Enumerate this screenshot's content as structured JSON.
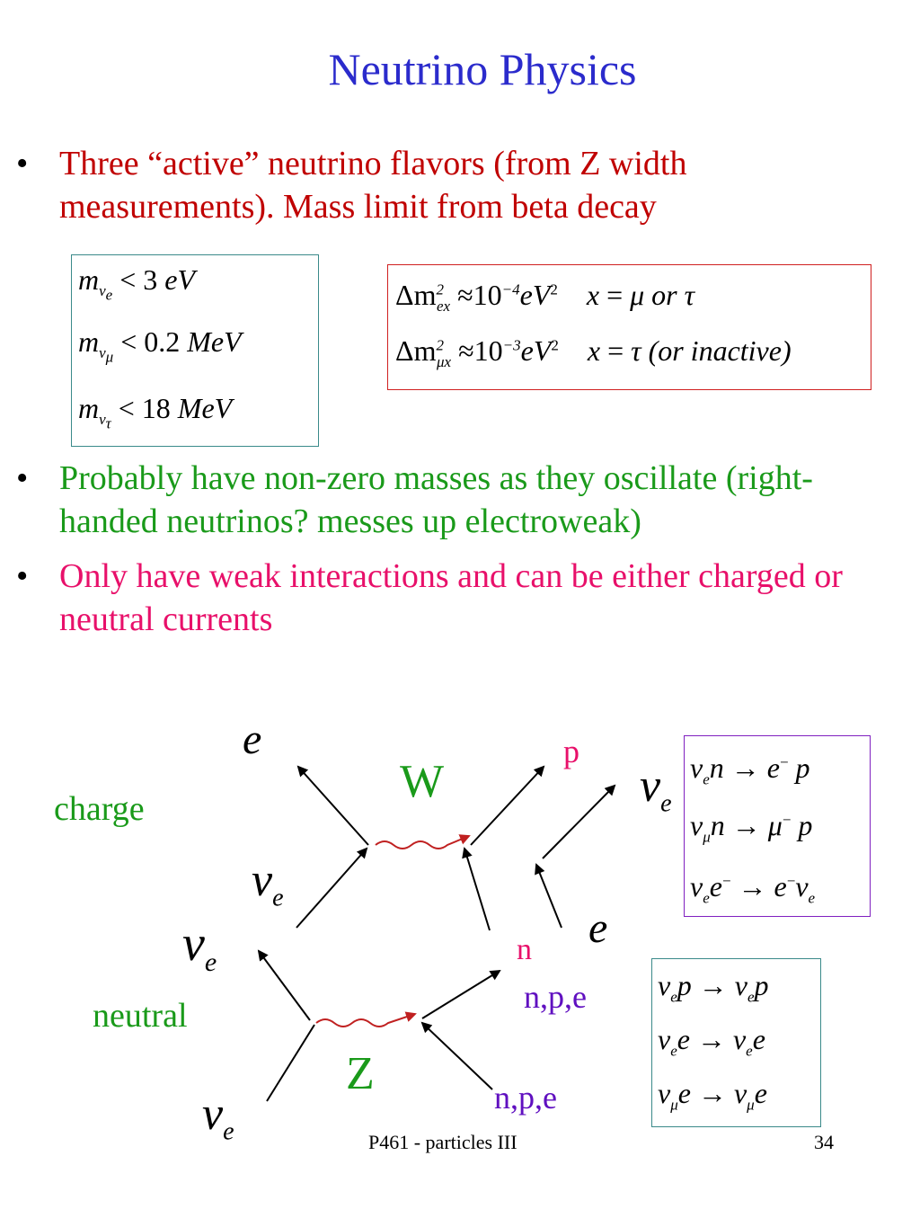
{
  "title": "Neutrino Physics",
  "bullets": [
    {
      "marker": "•",
      "text": "Three “active” neutrino flavors (from Z width measurements). Mass limit from beta decay"
    },
    {
      "marker": "•",
      "text": "Probably  have non-zero masses as they oscillate (right-handed neutrinos? messes up electroweak)"
    },
    {
      "marker": "•",
      "text": "Only have weak interactions and can be either charged or neutral currents"
    }
  ],
  "mass_limits": [
    {
      "particle": "m",
      "sub": "ν",
      "subsub": "e",
      "rel": "<",
      "value": "3",
      "unit": "eV"
    },
    {
      "particle": "m",
      "sub": "ν",
      "subsub": "μ",
      "rel": "<",
      "value": "0.2",
      "unit": "MeV"
    },
    {
      "particle": "m",
      "sub": "ν",
      "subsub": "τ",
      "rel": "<",
      "value": "18",
      "unit": "MeV"
    }
  ],
  "oscillations": [
    {
      "delta": "Δm",
      "sup": "2",
      "sub": "ex",
      "approx": "≈",
      "base": "10",
      "exp": "−4",
      "unit": "eV",
      "unit_exp": "2",
      "cond_lhs": "x",
      "cond_eq": "=",
      "cond_rhs": "μ or τ"
    },
    {
      "delta": "Δm",
      "sup": "2",
      "sub": "μx",
      "approx": "≈",
      "base": "10",
      "exp": "−3",
      "unit": "eV",
      "unit_exp": "2",
      "cond_lhs": "x",
      "cond_eq": "=",
      "cond_rhs": "τ (or inactive)"
    }
  ],
  "charged_reactions": [
    {
      "a": "ν",
      "a_sub": "e",
      "b": "n",
      "arrow": "→",
      "c": "e",
      "c_sup": "−",
      "d": "p"
    },
    {
      "a": "ν",
      "a_sub": "μ",
      "b": "n",
      "arrow": "→",
      "c": "μ",
      "c_sup": "−",
      "d": "p"
    },
    {
      "a": "ν",
      "a_sub": "e",
      "b": "e",
      "b_sup": "−",
      "arrow": "→",
      "c": "e",
      "c_sup": "−",
      "d": "ν",
      "d_sub": "e"
    }
  ],
  "neutral_reactions": [
    {
      "a": "ν",
      "a_sub": "e",
      "b": "p",
      "arrow": "→",
      "c": "ν",
      "c_sub": "e",
      "d": "p"
    },
    {
      "a": "ν",
      "a_sub": "e",
      "b": "e",
      "arrow": "→",
      "c": "ν",
      "c_sub": "e",
      "d": "e"
    },
    {
      "a": "ν",
      "a_sub": "μ",
      "b": "e",
      "arrow": "→",
      "c": "ν",
      "c_sub": "μ",
      "d": "e"
    }
  ],
  "diagram": {
    "charge_label": "charge",
    "neutral_label": "neutral",
    "w_label": "W",
    "z_label": "Z",
    "e_out": "e",
    "nu_in": "ν",
    "nu_in_sub": "e",
    "p_label": "p",
    "nu_out": "ν",
    "nu_out_sub": "e",
    "e_in": "e",
    "n_label": "n",
    "nu_z_out": "ν",
    "nu_z_out_sub": "e",
    "nu_z_in": "ν",
    "nu_z_in_sub": "e",
    "npe_out": "n,p,e",
    "npe_in": "n,p,e",
    "colors": {
      "boson_line": "#c02020",
      "green": "#1a9a1a",
      "purple": "#6010c0",
      "magenta": "#e8106a"
    }
  },
  "footer": {
    "course": "P461 - particles III",
    "page": "34"
  }
}
